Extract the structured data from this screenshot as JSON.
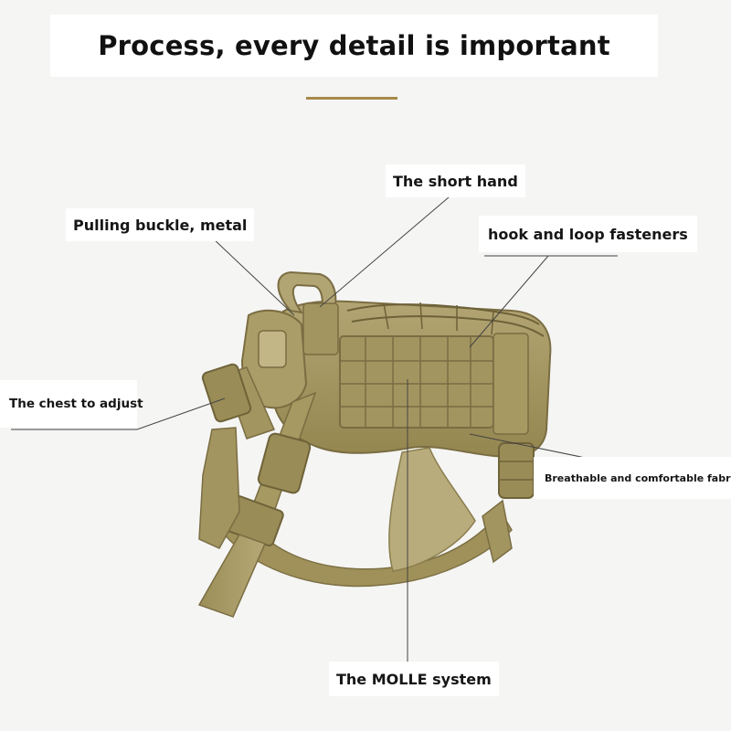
{
  "header": {
    "title": "Process, every detail is important",
    "accent_color": "#a8894a"
  },
  "callouts": {
    "short_hand": "The short hand",
    "pulling_buckle": "Pulling buckle, metal",
    "hook_loop": "hook and loop fasteners",
    "chest_adjust": "The chest to adjust",
    "fabric": "Breathable and comfortable fabric",
    "molle": "The MOLLE system"
  },
  "product": {
    "name": "tactical dog harness",
    "color": "#a89a66"
  }
}
